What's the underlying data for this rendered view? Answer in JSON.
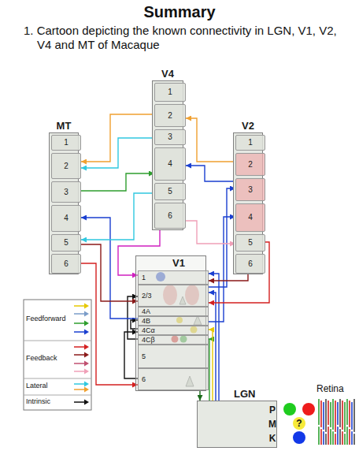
{
  "diagram": {
    "title": "Summary",
    "nodes": [
      {
        "text": [
          "MT"
        ]
      },
      {
        "text": [
          "1"
        ],
        "in": 0
      },
      {
        "text": [
          "2"
        ],
        "in": 0
      },
      {
        "text": [
          "3"
        ],
        "in": 0
      },
      {
        "text": [
          "4"
        ],
        "in": 0
      },
      {
        "text": [
          "5"
        ],
        "in": 0
      },
      {
        "text": [
          "6"
        ],
        "in": 0
      },
      {
        "text": [
          "V4"
        ]
      },
      {
        "text": [
          "1"
        ],
        "in": 7
      },
      {
        "text": [
          "2"
        ],
        "in": 7
      },
      {
        "text": [
          "3"
        ],
        "in": 7
      },
      {
        "text": [
          "4"
        ],
        "in": 7
      },
      {
        "text": [
          "5"
        ],
        "in": 7
      },
      {
        "text": [
          "6"
        ],
        "in": 7
      },
      {
        "text": [
          "V2"
        ]
      },
      {
        "text": [
          "1"
        ],
        "in": 14
      },
      {
        "text": [
          "2"
        ],
        "in": 14
      },
      {
        "text": [
          "3"
        ],
        "in": 14
      },
      {
        "text": [
          "4"
        ],
        "in": 14
      },
      {
        "text": [
          "5"
        ],
        "in": 14
      },
      {
        "text": [
          "6"
        ],
        "in": 14
      },
      {
        "text": [
          "V1"
        ]
      },
      {
        "text": [
          "1"
        ],
        "in": 21
      },
      {
        "text": [
          "2/3"
        ],
        "in": 21
      },
      {
        "text": [
          "4A"
        ],
        "in": 21
      },
      {
        "text": [
          "4B"
        ],
        "in": 21
      },
      {
        "text": [
          "4Cα"
        ],
        "in": 21
      },
      {
        "text": [
          "4Cβ"
        ],
        "in": 21
      },
      {
        "text": [
          "5"
        ],
        "in": 21
      },
      {
        "text": [
          "6"
        ],
        "in": 21
      },
      {
        "text": [
          "LGN"
        ]
      },
      {
        "text": [
          "P"
        ],
        "in": 30
      },
      {
        "text": [
          "M"
        ],
        "in": 30
      },
      {
        "text": [
          "K"
        ],
        "in": 30
      }
    ],
    "edges": [
      {
        "from": 31,
        "to": 27,
        "arrow": "to"
      },
      {
        "from": 32,
        "to": 26,
        "arrow": "to"
      },
      {
        "from": 33,
        "to": 23,
        "arrow": "to"
      },
      {
        "from": 33,
        "to": 22,
        "arrow": "to"
      },
      {
        "from": 26,
        "to": 25,
        "arrow": "to"
      },
      {
        "from": 27,
        "to": 23,
        "arrow": "to"
      },
      {
        "from": 29,
        "to": 26,
        "arrow": "to"
      },
      {
        "from": 25,
        "to": 4,
        "arrow": "to"
      },
      {
        "from": 25,
        "to": 18,
        "arrow": "to"
      },
      {
        "from": 23,
        "to": 17,
        "arrow": "to"
      },
      {
        "from": 20,
        "to": 22,
        "arrow": "to"
      },
      {
        "from": 19,
        "to": 23,
        "arrow": "to"
      },
      {
        "from": 6,
        "to": 29,
        "arrow": "to"
      },
      {
        "from": 5,
        "to": 23,
        "arrow": "to"
      },
      {
        "from": 13,
        "to": 22,
        "arrow": "to"
      },
      {
        "from": 13,
        "to": 19,
        "arrow": "to"
      },
      {
        "from": 17,
        "to": 11,
        "arrow": "to"
      },
      {
        "from": 3,
        "to": 11,
        "arrow": "to"
      },
      {
        "from": 9,
        "to": 2,
        "arrow": "to"
      },
      {
        "from": 10,
        "to": 2,
        "arrow": "to"
      },
      {
        "from": 16,
        "to": 9,
        "arrow": "to"
      },
      {
        "from": 12,
        "to": 5,
        "arrow": "to"
      },
      {
        "from": 29,
        "to": 30,
        "arrow": "to"
      }
    ],
    "labels": [
      "1. Cartoon depicting the known connectivity in LGN, V1, V2, V4 and MT of Macaque",
      "?",
      "Retina"
    ],
    "legend": [
      {
        "text": "Feedforward"
      },
      {
        "text": "Feedback"
      },
      {
        "text": "Lateral"
      },
      {
        "text": "Intrinsic"
      }
    ]
  }
}
